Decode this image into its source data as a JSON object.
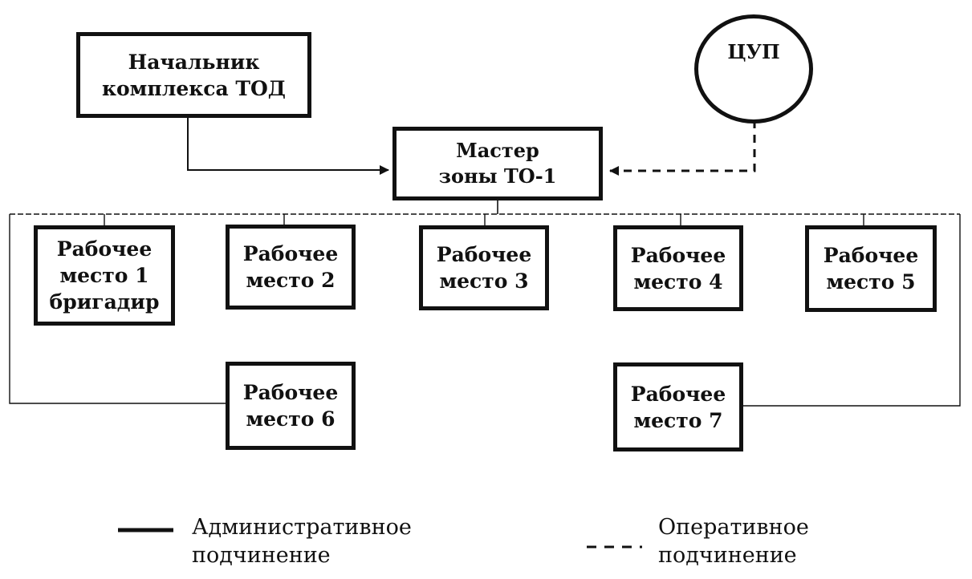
{
  "nodes": {
    "head": {
      "line1": "Начальник",
      "line2": "комплекса ТОД"
    },
    "master": {
      "line1": "Мастер",
      "line2": "зоны ТО-1"
    },
    "tsup": {
      "label": "ЦУП"
    },
    "wp1": {
      "line1": "Рабочее",
      "line2": "место 1",
      "line3": "бригадир"
    },
    "wp2": {
      "line1": "Рабочее",
      "line2": "место 2"
    },
    "wp3": {
      "line1": "Рабочее",
      "line2": "место 3"
    },
    "wp4": {
      "line1": "Рабочее",
      "line2": "место 4"
    },
    "wp5": {
      "line1": "Рабочее",
      "line2": "место 5"
    },
    "wp6": {
      "line1": "Рабочее",
      "line2": "место 6"
    },
    "wp7": {
      "line1": "Рабочее",
      "line2": "место 7"
    }
  },
  "legend": {
    "administrative": {
      "line1": "Административное",
      "line2": "подчинение"
    },
    "operational": {
      "line1": "Оперативное",
      "line2": "подчинение"
    }
  },
  "colors": {
    "line": "#111111",
    "dashed_line": "#111111",
    "background": "#ffffff"
  }
}
